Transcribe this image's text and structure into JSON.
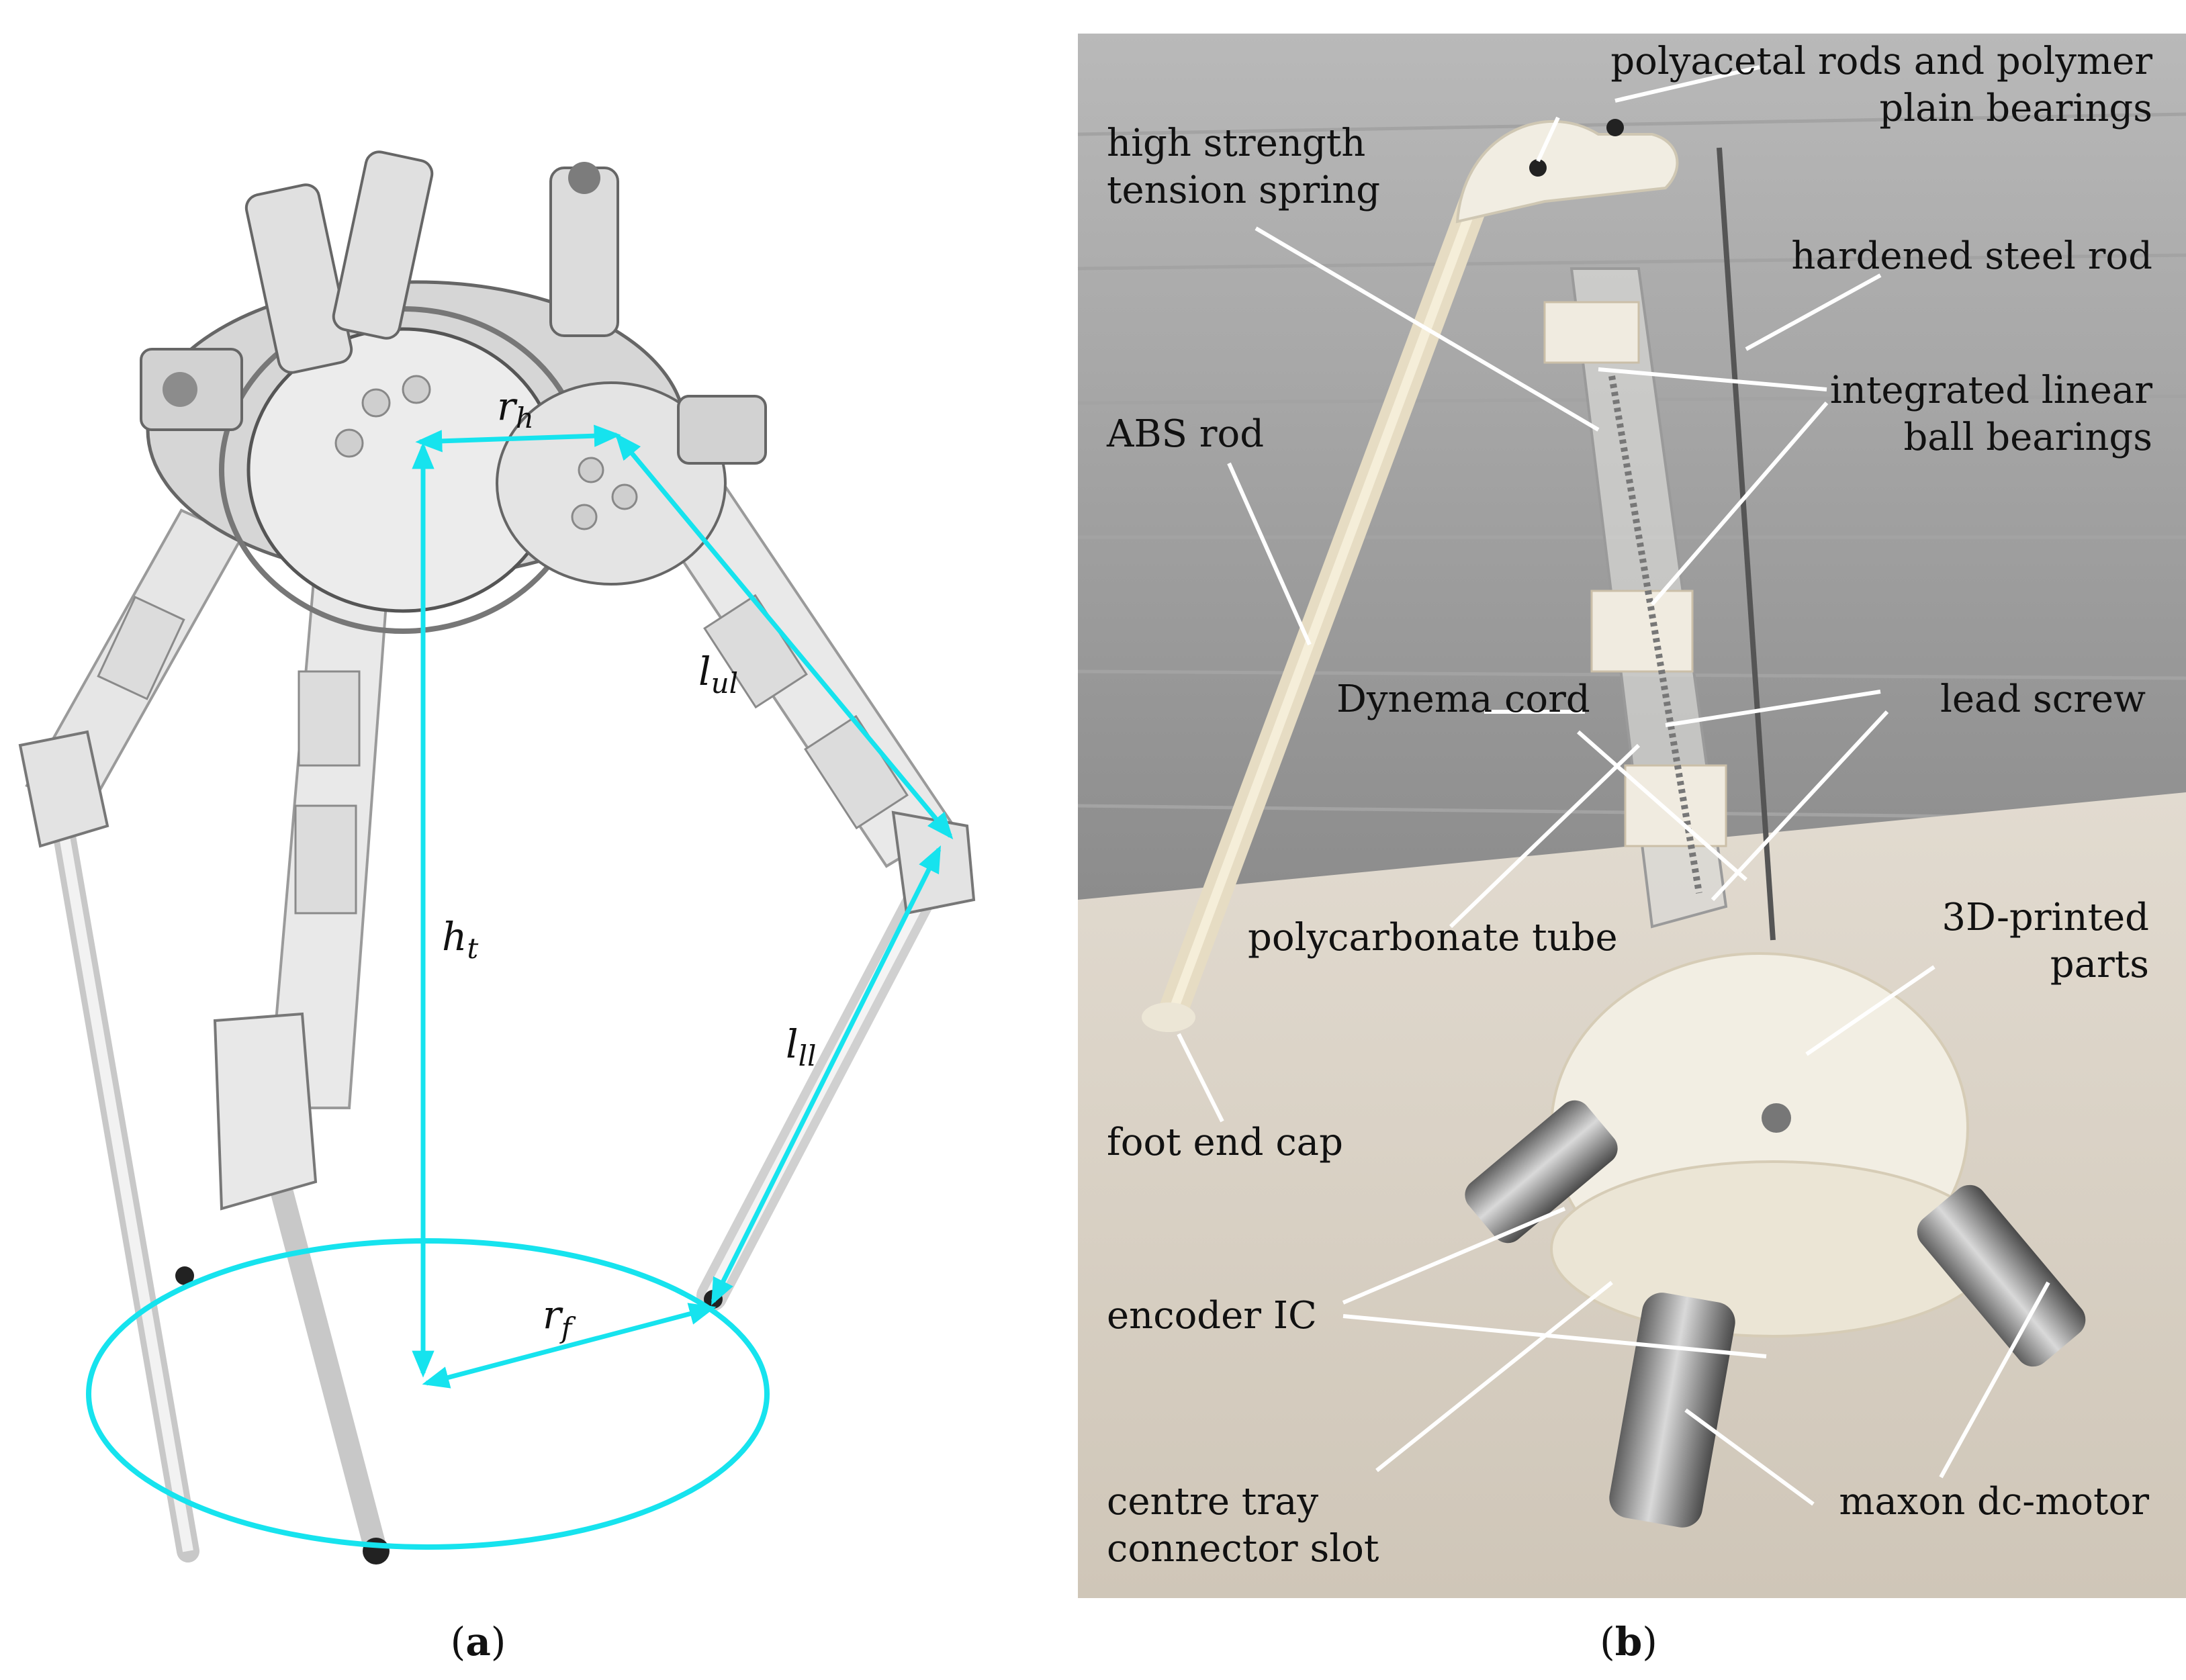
{
  "panel_a": {
    "caption": {
      "open": "(",
      "letter": "a",
      "close": ")"
    },
    "dimensions": {
      "r_h": {
        "base": "r",
        "sub": "h"
      },
      "h_t": {
        "base": "h",
        "sub": "t"
      },
      "l_ul": {
        "base": "l",
        "sub": "ul"
      },
      "l_ll": {
        "base": "l",
        "sub": "ll"
      },
      "r_f": {
        "base": "r",
        "sub": "f"
      }
    },
    "colors": {
      "dimension": "#16e3ee"
    }
  },
  "panel_b": {
    "caption": {
      "open": "(",
      "letter": "b",
      "close": ")"
    },
    "labels": {
      "polyacetal_1": "polyacetal rods and polymer",
      "polyacetal_2": "plain bearings",
      "spring_1": "high strength",
      "spring_2": "tension spring",
      "steel_rod": "hardened steel rod",
      "abs_rod": "ABS rod",
      "linear_1": "integrated linear",
      "linear_2": "ball bearings",
      "dynema": "Dynema cord",
      "lead_screw": "lead screw",
      "polycarbonate": "polycarbonate tube",
      "printed_1": "3D-printed",
      "printed_2": "parts",
      "foot_cap": "foot end cap",
      "encoder": "encoder IC",
      "tray_1": "centre tray",
      "tray_2": "connector slot",
      "motor": "maxon dc-motor"
    }
  }
}
